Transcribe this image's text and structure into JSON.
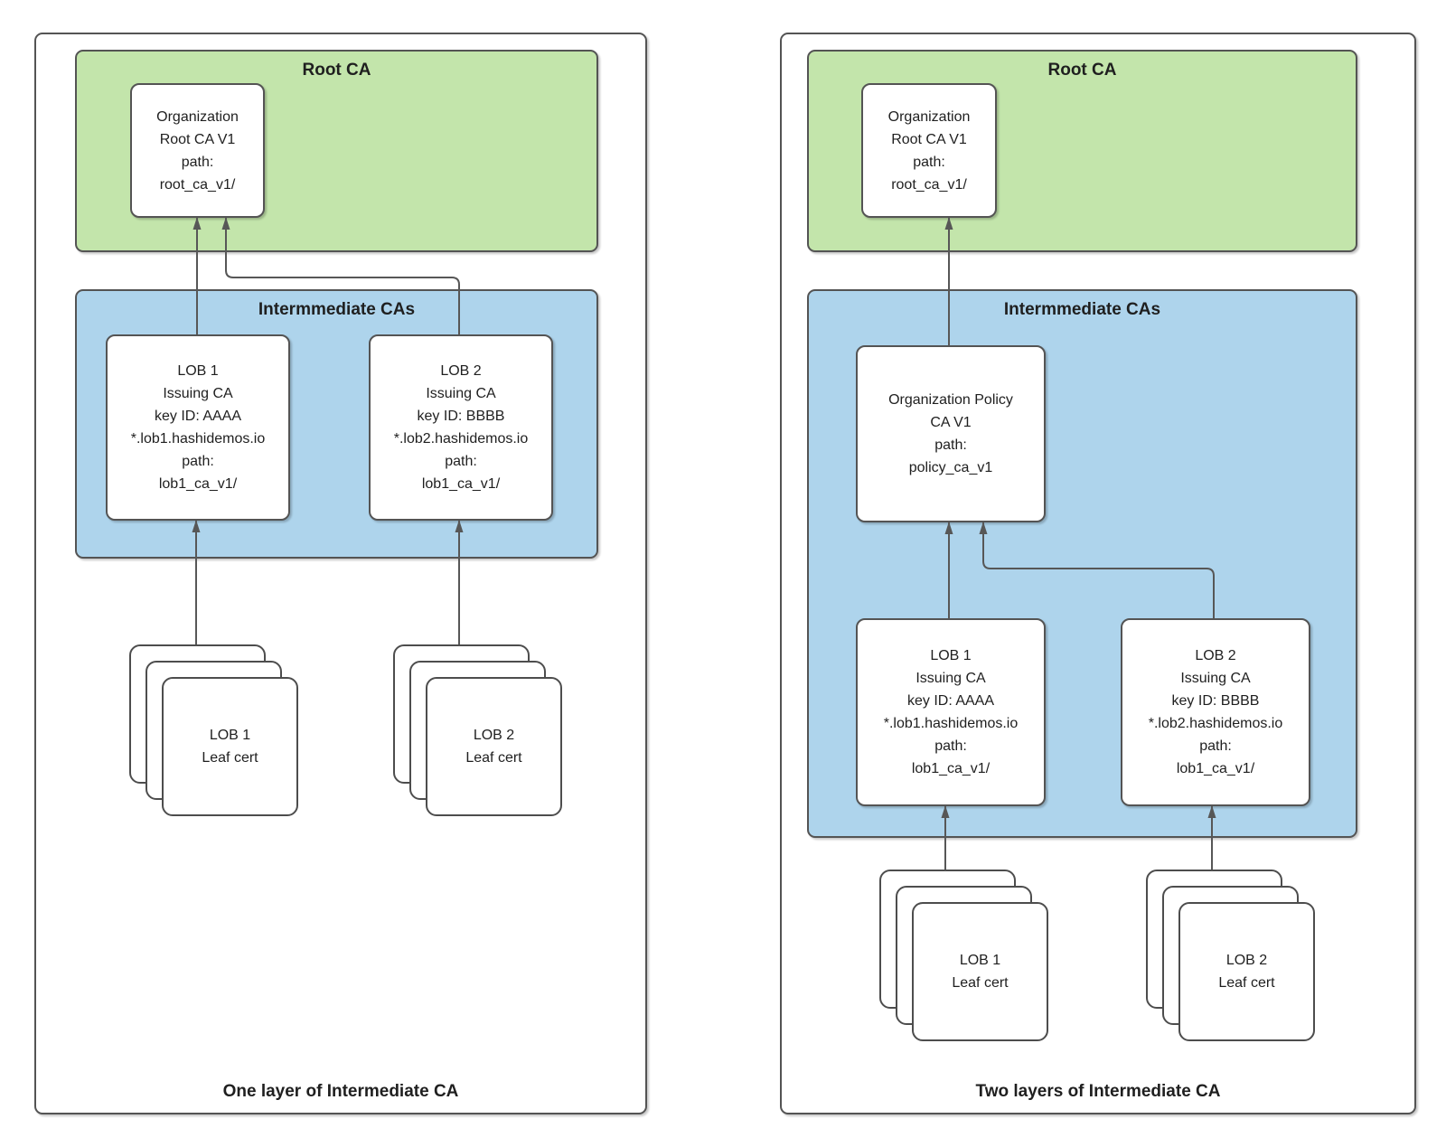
{
  "panels": {
    "left": {
      "caption": "One layer of Intermediate CA",
      "root_group": {
        "title": "Root CA"
      },
      "root_box": {
        "lines": [
          "Organization",
          "Root CA V1",
          "path:",
          "root_ca_v1/"
        ]
      },
      "intermediate_group": {
        "title": "Intermmediate CAs"
      },
      "lob1_box": {
        "lines": [
          "LOB 1",
          "Issuing CA",
          "key ID: AAAA",
          "*.lob1.hashidemos.io",
          "path:",
          "lob1_ca_v1/"
        ]
      },
      "lob2_box": {
        "lines": [
          "LOB 2",
          "Issuing CA",
          "key ID: BBBB",
          "*.lob2.hashidemos.io",
          "path:",
          "lob1_ca_v1/"
        ]
      },
      "leaf1": {
        "lines": [
          "LOB 1",
          "Leaf cert"
        ]
      },
      "leaf2": {
        "lines": [
          "LOB 2",
          "Leaf cert"
        ]
      }
    },
    "right": {
      "caption": "Two layers of Intermediate CA",
      "root_group": {
        "title": "Root CA"
      },
      "root_box": {
        "lines": [
          "Organization",
          "Root CA V1",
          "path:",
          "root_ca_v1/"
        ]
      },
      "intermediate_group": {
        "title": "Intermmediate CAs"
      },
      "policy_box": {
        "lines": [
          "Organization Policy",
          "CA V1",
          "path:",
          "policy_ca_v1"
        ]
      },
      "lob1_box": {
        "lines": [
          "LOB 1",
          "Issuing CA",
          "key ID: AAAA",
          "*.lob1.hashidemos.io",
          "path:",
          "lob1_ca_v1/"
        ]
      },
      "lob2_box": {
        "lines": [
          "LOB 2",
          "Issuing CA",
          "key ID: BBBB",
          "*.lob2.hashidemos.io",
          "path:",
          "lob1_ca_v1/"
        ]
      },
      "leaf1": {
        "lines": [
          "LOB 1",
          "Leaf cert"
        ]
      },
      "leaf2": {
        "lines": [
          "LOB 2",
          "Leaf cert"
        ]
      }
    }
  },
  "colors": {
    "root_group_fill": "#c3e5ab",
    "intermediate_group_fill": "#aed4ec",
    "node_fill": "#ffffff",
    "border": "#545454",
    "arrow": "#575757",
    "text": "#1f1f1f"
  }
}
